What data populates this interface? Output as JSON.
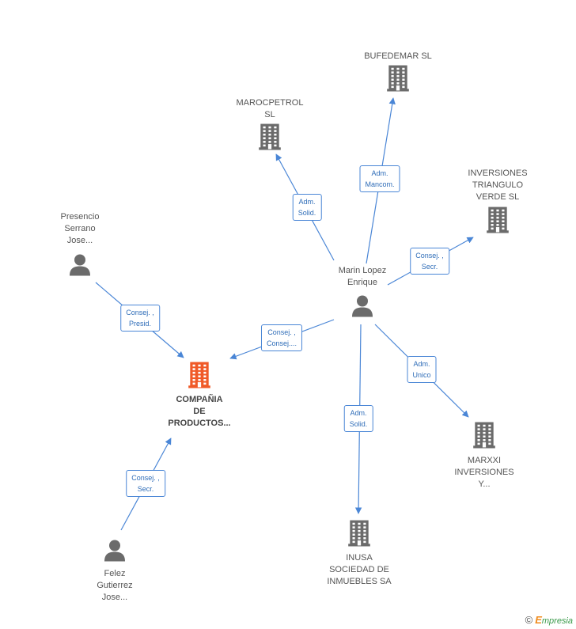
{
  "colors": {
    "edge": "#4a86d6",
    "node_gray": "#6b6b6b",
    "node_main": "#f05a28"
  },
  "nodes": [
    {
      "id": "bufedemar",
      "type": "company",
      "label": [
        "BUFEDEMAR  SL"
      ]
    },
    {
      "id": "marocpetrol",
      "type": "company",
      "label": [
        "MAROCPETROL",
        "SL"
      ]
    },
    {
      "id": "inversiones",
      "type": "company",
      "label": [
        "INVERSIONES",
        "TRIANGULO",
        "VERDE SL"
      ]
    },
    {
      "id": "presencio",
      "type": "person",
      "label": [
        "Presencio",
        "Serrano",
        "Jose..."
      ]
    },
    {
      "id": "marin",
      "type": "person",
      "label": [
        "Marin Lopez",
        "Enrique"
      ]
    },
    {
      "id": "compania",
      "type": "company-main",
      "label": [
        "COMPAÑIA",
        "DE",
        "PRODUCTOS..."
      ]
    },
    {
      "id": "marxxi",
      "type": "company",
      "label": [
        "MARXXI",
        "INVERSIONES",
        "Y..."
      ]
    },
    {
      "id": "inusa",
      "type": "company",
      "label": [
        "INUSA",
        "SOCIEDAD DE",
        "INMUEBLES SA"
      ]
    },
    {
      "id": "felez",
      "type": "person",
      "label": [
        "Felez",
        "Gutierrez",
        "Jose..."
      ]
    }
  ],
  "edges": [
    {
      "from": "marin",
      "to": "bufedemar",
      "label": [
        "Adm.",
        "Mancom."
      ]
    },
    {
      "from": "marin",
      "to": "marocpetrol",
      "label": [
        "Adm.",
        "Solid."
      ]
    },
    {
      "from": "marin",
      "to": "inversiones",
      "label": [
        "Consej. ,",
        "Secr."
      ]
    },
    {
      "from": "presencio",
      "to": "compania",
      "label": [
        "Consej. ,",
        "Presid."
      ]
    },
    {
      "from": "marin",
      "to": "compania",
      "label": [
        "Consej. ,",
        "Consej...."
      ]
    },
    {
      "from": "marin",
      "to": "marxxi",
      "label": [
        "Adm.",
        "Unico"
      ]
    },
    {
      "from": "marin",
      "to": "inusa",
      "label": [
        "Adm.",
        "Solid."
      ]
    },
    {
      "from": "felez",
      "to": "compania",
      "label": [
        "Consej. ,",
        "Secr."
      ]
    }
  ],
  "brand": {
    "copyright": "©",
    "e": "E",
    "rest": "mpresia"
  }
}
